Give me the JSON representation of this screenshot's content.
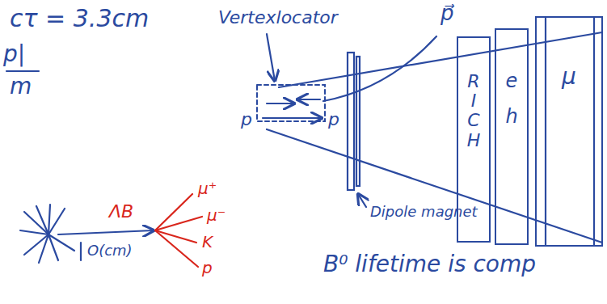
{
  "diagram": {
    "nodes": [
      {
        "text": [
          "R I C H"
        ]
      },
      {
        "text": [
          "e",
          "h"
        ]
      },
      {
        "text": [
          "μ"
        ]
      }
    ],
    "labels": [
      "cτ = 3.3cm",
      "p|",
      "m",
      "Vertexlocator",
      "p⃗",
      "p",
      "p",
      "Dipole magnet",
      "ΛB",
      "μ⁺",
      "μ⁻",
      "K",
      "p",
      "O(cm)",
      "B⁰ lifetime is comp"
    ]
  }
}
